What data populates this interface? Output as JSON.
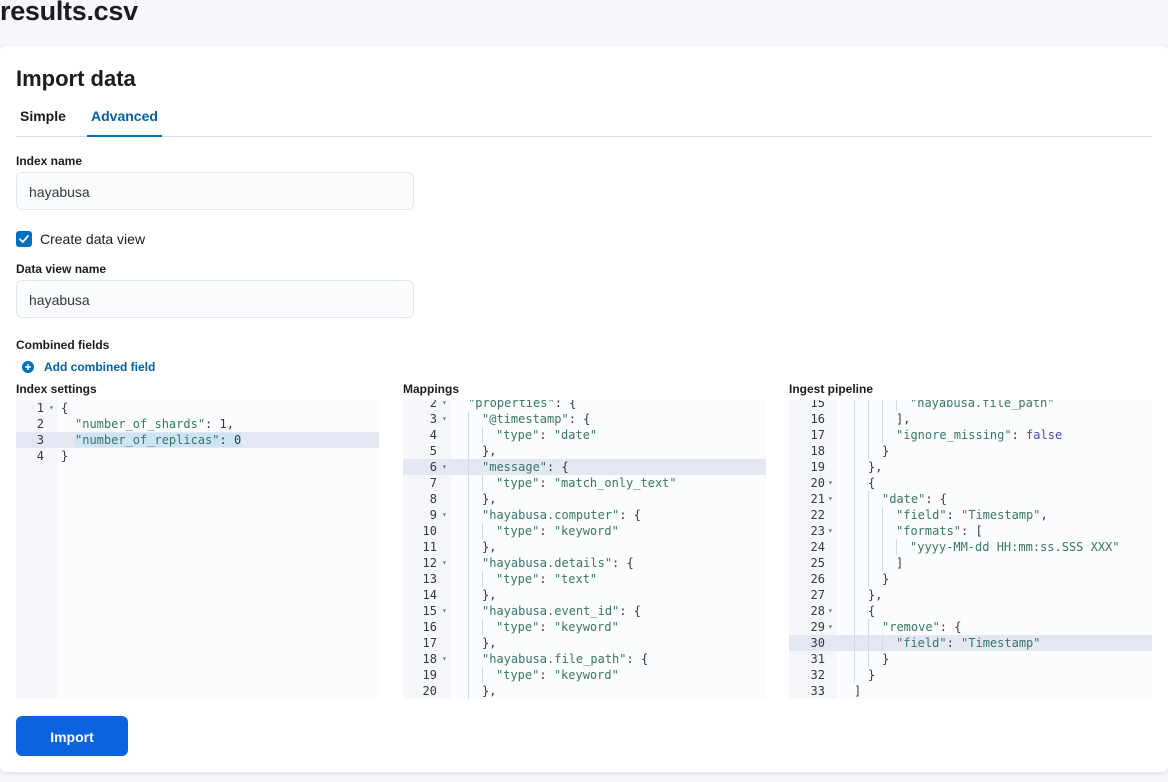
{
  "file_title": "results.csv",
  "panel_title": "Import data",
  "tabs": [
    {
      "label": "Simple",
      "active": false
    },
    {
      "label": "Advanced",
      "active": true
    }
  ],
  "index_name": {
    "label": "Index name",
    "value": "hayabusa"
  },
  "create_data_view": {
    "label": "Create data view",
    "checked": true
  },
  "data_view_name": {
    "label": "Data view name",
    "value": "hayabusa"
  },
  "combined_fields": {
    "label": "Combined fields",
    "add_label": "Add combined field"
  },
  "editors": [
    {
      "label": "Index settings",
      "active_line": 3,
      "lines": [
        {
          "n": "1",
          "fold": true,
          "indent": 0,
          "tokens": [
            [
              "n",
              "{"
            ]
          ]
        },
        {
          "n": "2",
          "fold": false,
          "indent": 1,
          "tokens": [
            [
              "k",
              "\"number_of_shards\""
            ],
            [
              "n",
              ": 1,"
            ]
          ]
        },
        {
          "n": "3",
          "fold": false,
          "indent": 1,
          "tokens": [
            [
              "k",
              "\"number_of_replicas\""
            ],
            [
              "n",
              ": 0"
            ]
          ]
        },
        {
          "n": "4",
          "fold": false,
          "indent": 0,
          "tokens": [
            [
              "n",
              "}"
            ]
          ]
        }
      ]
    },
    {
      "label": "Mappings",
      "active_line": 6,
      "lines": [
        {
          "n": "2",
          "fold": true,
          "indent": 1,
          "tokens": [
            [
              "k",
              "\"properties\""
            ],
            [
              "n",
              ": {"
            ]
          ]
        },
        {
          "n": "3",
          "fold": true,
          "indent": 2,
          "tokens": [
            [
              "k",
              "\"@timestamp\""
            ],
            [
              "n",
              ": {"
            ]
          ]
        },
        {
          "n": "4",
          "fold": false,
          "indent": 3,
          "tokens": [
            [
              "k",
              "\"type\""
            ],
            [
              "n",
              ": "
            ],
            [
              "s",
              "\"date\""
            ]
          ]
        },
        {
          "n": "5",
          "fold": false,
          "indent": 2,
          "tokens": [
            [
              "n",
              "},"
            ]
          ]
        },
        {
          "n": "6",
          "fold": true,
          "indent": 2,
          "tokens": [
            [
              "k",
              "\"message\""
            ],
            [
              "n",
              ": {"
            ]
          ]
        },
        {
          "n": "7",
          "fold": false,
          "indent": 3,
          "tokens": [
            [
              "k",
              "\"type\""
            ],
            [
              "n",
              ": "
            ],
            [
              "s",
              "\"match_only_text\""
            ]
          ]
        },
        {
          "n": "8",
          "fold": false,
          "indent": 2,
          "tokens": [
            [
              "n",
              "},"
            ]
          ]
        },
        {
          "n": "9",
          "fold": true,
          "indent": 2,
          "tokens": [
            [
              "k",
              "\"hayabusa.computer\""
            ],
            [
              "n",
              ": {"
            ]
          ]
        },
        {
          "n": "10",
          "fold": false,
          "indent": 3,
          "tokens": [
            [
              "k",
              "\"type\""
            ],
            [
              "n",
              ": "
            ],
            [
              "s",
              "\"keyword\""
            ]
          ]
        },
        {
          "n": "11",
          "fold": false,
          "indent": 2,
          "tokens": [
            [
              "n",
              "},"
            ]
          ]
        },
        {
          "n": "12",
          "fold": true,
          "indent": 2,
          "tokens": [
            [
              "k",
              "\"hayabusa.details\""
            ],
            [
              "n",
              ": {"
            ]
          ]
        },
        {
          "n": "13",
          "fold": false,
          "indent": 3,
          "tokens": [
            [
              "k",
              "\"type\""
            ],
            [
              "n",
              ": "
            ],
            [
              "s",
              "\"text\""
            ]
          ]
        },
        {
          "n": "14",
          "fold": false,
          "indent": 2,
          "tokens": [
            [
              "n",
              "},"
            ]
          ]
        },
        {
          "n": "15",
          "fold": true,
          "indent": 2,
          "tokens": [
            [
              "k",
              "\"hayabusa.event_id\""
            ],
            [
              "n",
              ": {"
            ]
          ]
        },
        {
          "n": "16",
          "fold": false,
          "indent": 3,
          "tokens": [
            [
              "k",
              "\"type\""
            ],
            [
              "n",
              ": "
            ],
            [
              "s",
              "\"keyword\""
            ]
          ]
        },
        {
          "n": "17",
          "fold": false,
          "indent": 2,
          "tokens": [
            [
              "n",
              "},"
            ]
          ]
        },
        {
          "n": "18",
          "fold": true,
          "indent": 2,
          "tokens": [
            [
              "k",
              "\"hayabusa.file_path\""
            ],
            [
              "n",
              ": {"
            ]
          ]
        },
        {
          "n": "19",
          "fold": false,
          "indent": 3,
          "tokens": [
            [
              "k",
              "\"type\""
            ],
            [
              "n",
              ": "
            ],
            [
              "s",
              "\"keyword\""
            ]
          ]
        },
        {
          "n": "20",
          "fold": false,
          "indent": 2,
          "tokens": [
            [
              "n",
              "},"
            ]
          ]
        }
      ]
    },
    {
      "label": "Ingest pipeline",
      "active_line": 30,
      "lines": [
        {
          "n": "15",
          "fold": false,
          "indent": 5,
          "tokens": [
            [
              "s",
              "\"hayabusa.file_path\""
            ]
          ]
        },
        {
          "n": "16",
          "fold": false,
          "indent": 4,
          "tokens": [
            [
              "n",
              "],"
            ]
          ]
        },
        {
          "n": "17",
          "fold": false,
          "indent": 4,
          "tokens": [
            [
              "k",
              "\"ignore_missing\""
            ],
            [
              "n",
              ": "
            ],
            [
              "b",
              "false"
            ]
          ]
        },
        {
          "n": "18",
          "fold": false,
          "indent": 3,
          "tokens": [
            [
              "n",
              "}"
            ]
          ]
        },
        {
          "n": "19",
          "fold": false,
          "indent": 2,
          "tokens": [
            [
              "n",
              "},"
            ]
          ]
        },
        {
          "n": "20",
          "fold": true,
          "indent": 2,
          "tokens": [
            [
              "n",
              "{"
            ]
          ]
        },
        {
          "n": "21",
          "fold": true,
          "indent": 3,
          "tokens": [
            [
              "k",
              "\"date\""
            ],
            [
              "n",
              ": {"
            ]
          ]
        },
        {
          "n": "22",
          "fold": false,
          "indent": 4,
          "tokens": [
            [
              "k",
              "\"field\""
            ],
            [
              "n",
              ": "
            ],
            [
              "s",
              "\"Timestamp\""
            ],
            [
              "n",
              ","
            ]
          ]
        },
        {
          "n": "23",
          "fold": true,
          "indent": 4,
          "tokens": [
            [
              "k",
              "\"formats\""
            ],
            [
              "n",
              ": ["
            ]
          ]
        },
        {
          "n": "24",
          "fold": false,
          "indent": 5,
          "tokens": [
            [
              "s",
              "\"yyyy-MM-dd HH:mm:ss.SSS XXX\""
            ]
          ]
        },
        {
          "n": "25",
          "fold": false,
          "indent": 4,
          "tokens": [
            [
              "n",
              "]"
            ]
          ]
        },
        {
          "n": "26",
          "fold": false,
          "indent": 3,
          "tokens": [
            [
              "n",
              "}"
            ]
          ]
        },
        {
          "n": "27",
          "fold": false,
          "indent": 2,
          "tokens": [
            [
              "n",
              "},"
            ]
          ]
        },
        {
          "n": "28",
          "fold": true,
          "indent": 2,
          "tokens": [
            [
              "n",
              "{"
            ]
          ]
        },
        {
          "n": "29",
          "fold": true,
          "indent": 3,
          "tokens": [
            [
              "k",
              "\"remove\""
            ],
            [
              "n",
              ": {"
            ]
          ]
        },
        {
          "n": "30",
          "fold": false,
          "indent": 4,
          "tokens": [
            [
              "k",
              "\"field\""
            ],
            [
              "n",
              ": "
            ],
            [
              "s",
              "\"Timestamp\""
            ]
          ]
        },
        {
          "n": "31",
          "fold": false,
          "indent": 3,
          "tokens": [
            [
              "n",
              "}"
            ]
          ]
        },
        {
          "n": "32",
          "fold": false,
          "indent": 2,
          "tokens": [
            [
              "n",
              "}"
            ]
          ]
        },
        {
          "n": "33",
          "fold": false,
          "indent": 1,
          "tokens": [
            [
              "n",
              "]"
            ]
          ]
        }
      ]
    }
  ],
  "import_button": "Import",
  "colors": {
    "accent": "#0071c2",
    "button": "#0b64dd",
    "json_key": "#387765",
    "json_bool": "#4a4aaf"
  }
}
